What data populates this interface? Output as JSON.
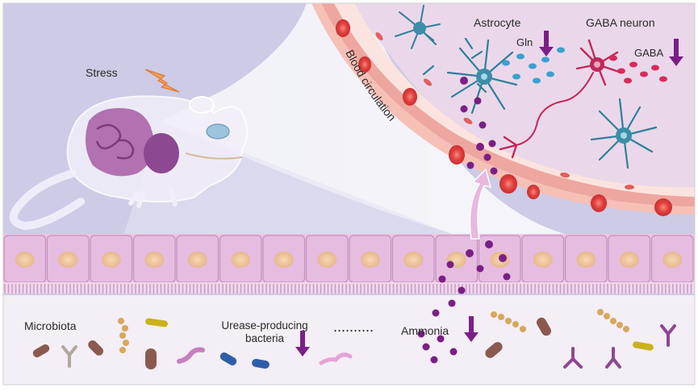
{
  "labels": {
    "stress": "Stress",
    "blood_circulation": "Blood circulation",
    "astrocyte": "Astrocyte",
    "gaba_neuron": "GABA neuron",
    "gln": "Gln",
    "gaba": "GABA",
    "microbiota": "Microbiota",
    "urease_producing_bacteria": "Urease-producing bacteria",
    "dotted_connector": "..........",
    "ammonia": "Ammonia"
  },
  "colors": {
    "background_lavender": "#cdcbe6",
    "blood_vessel": "#f1a8a3",
    "vessel_lumen": "#fbe4df",
    "red_blood_cell": "#e2403f",
    "brain_area": "#ead8ea",
    "astrocyte": "#2f7f9a",
    "gaba_neuron": "#c2285a",
    "gln_dot": "#3aa0cf",
    "gaba_dot": "#d72b5b",
    "ammonia_dot": "#7b1f86",
    "decrease_arrow": "#7b1f86",
    "epithelium": "#e9c7e3",
    "lumen": "#f4eef6"
  },
  "icons": [
    "lightning-icon",
    "decrease-arrow-icon",
    "up-arrow-icon",
    "mouse-illustration",
    "bacteria-icon"
  ],
  "indicators": {
    "gln": "decrease",
    "gaba": "decrease",
    "urease_producing_bacteria": "decrease",
    "ammonia": "decrease"
  }
}
